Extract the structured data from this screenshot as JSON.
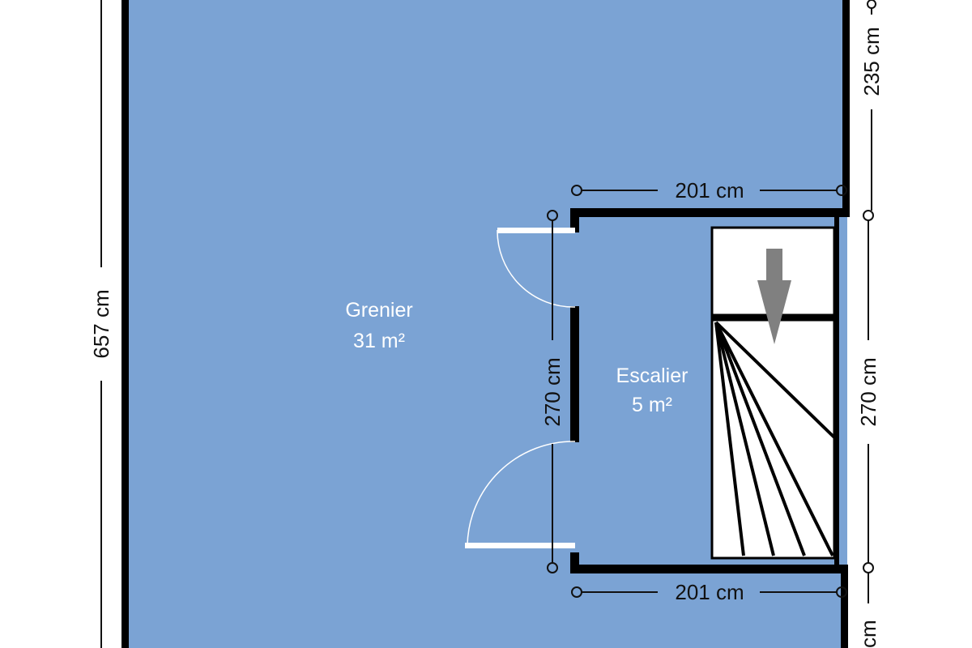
{
  "rooms": {
    "grenier": {
      "name": "Grenier",
      "area": "31 m²"
    },
    "escalier": {
      "name": "Escalier",
      "area": "5 m²"
    }
  },
  "dimensions": {
    "left_total": "657 cm",
    "right_upper": "235 cm",
    "stair_top_width": "201 cm",
    "stair_bottom_width": "201 cm",
    "stair_left_height": "270 cm",
    "stair_right_height": "270 cm",
    "right_lower_partial": "cm"
  },
  "colors": {
    "floor": "#7ba3d4",
    "wall": "#000000",
    "stairs_fill": "#ffffff",
    "arrow": "#808080"
  },
  "icons": {
    "direction_arrow": "down-arrow-icon"
  }
}
